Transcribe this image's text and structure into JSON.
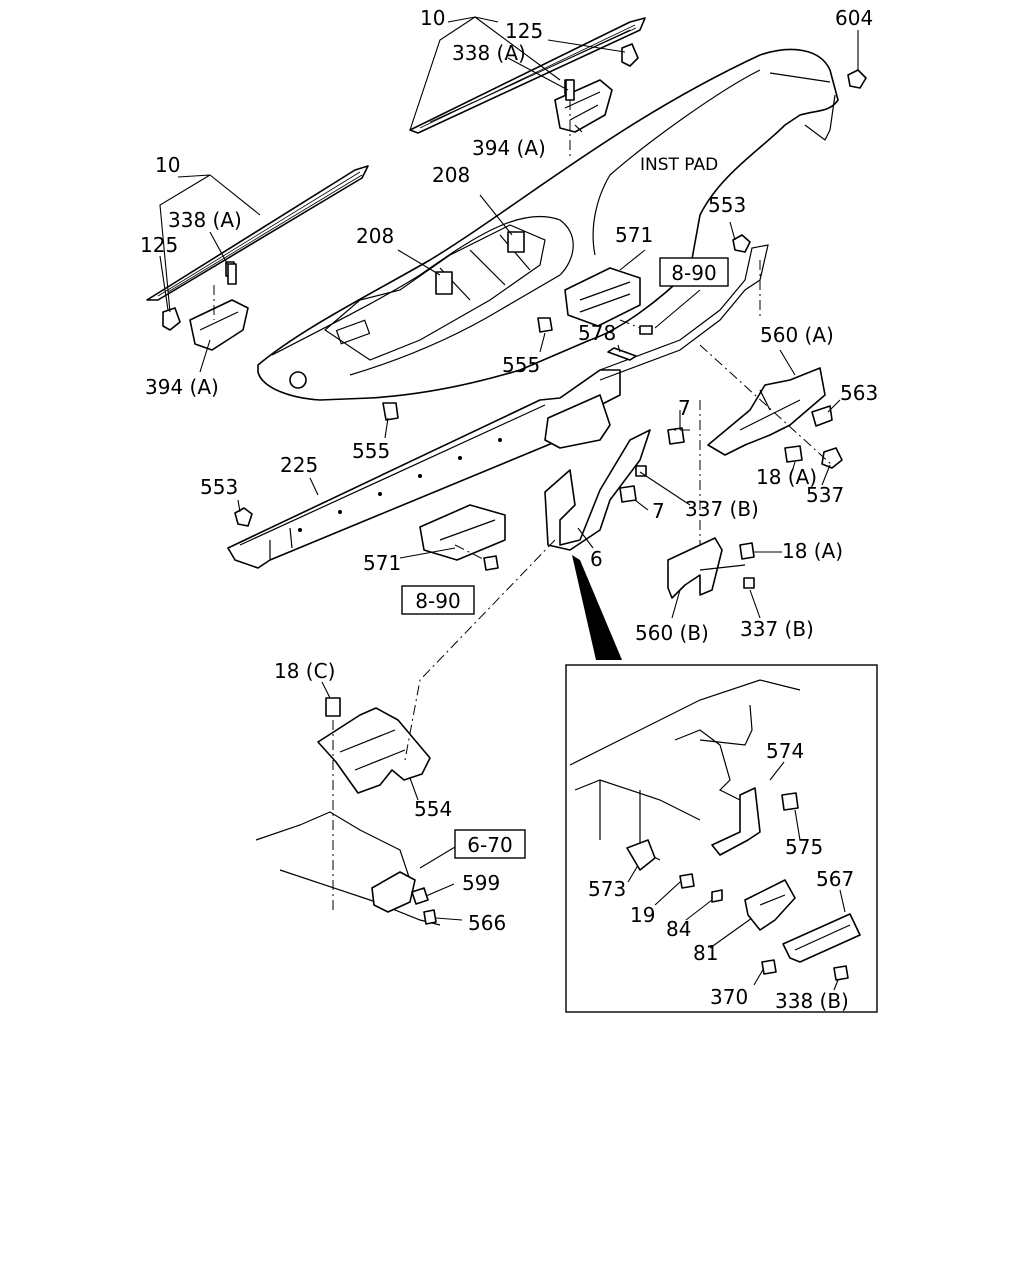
{
  "labels": {
    "l10a": "10",
    "l125a": "125",
    "l338a_top": "338 (A)",
    "l604": "604",
    "l394a_top": "394 (A)",
    "inst_pad": "INST PAD",
    "l10b": "10",
    "l338a_left": "338 (A)",
    "l125b": "125",
    "l394a_left": "394 (A)",
    "l208a": "208",
    "l208b": "208",
    "l571a": "571",
    "l553a": "553",
    "l578": "578",
    "l555a": "555",
    "l560a": "560 (A)",
    "l563": "563",
    "l555b": "555",
    "l7a": "7",
    "l18a_1": "18 (A)",
    "l537": "537",
    "l225": "225",
    "l553b": "553",
    "l7b": "7",
    "l337b_1": "337 (B)",
    "l6": "6",
    "l18a_2": "18 (A)",
    "l571b": "571",
    "l560b": "560 (B)",
    "l337b_2": "337 (B)",
    "l18c": "18 (C)",
    "l554": "554",
    "l599": "599",
    "l566": "566",
    "l574": "574",
    "l575": "575",
    "l573": "573",
    "l567": "567",
    "l19": "19",
    "l84": "84",
    "l81": "81",
    "l370": "370",
    "l338b": "338 (B)"
  },
  "refs": {
    "r890a": "8-90",
    "r890b": "8-90",
    "r670": "6-70"
  }
}
